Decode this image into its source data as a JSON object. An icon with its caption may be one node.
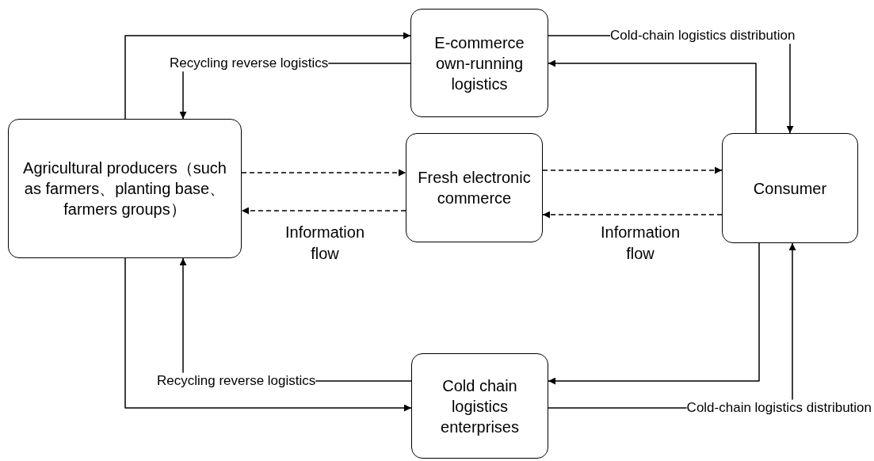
{
  "diagram": {
    "nodes": [
      {
        "text": [
          "E-commerce own-running logistics"
        ]
      },
      {
        "text": [
          "Agricultural producers（such as farmers、planting base、farmers groups）"
        ]
      },
      {
        "text": [
          "Fresh electronic commerce"
        ]
      },
      {
        "text": [
          "Consumer"
        ]
      },
      {
        "text": [
          "Cold chain logistics enterprises"
        ]
      },
      {
        "text": [
          "Recycling reverse logistics"
        ]
      },
      {
        "text": [
          "Cold-chain logistics distribution"
        ]
      },
      {
        "text": [
          "Recycling reverse logistics"
        ]
      },
      {
        "text": [
          "Cold-chain logistics distribution"
        ]
      }
    ],
    "edges": [
      {
        "from": 1,
        "to": 0,
        "arrow": "to"
      },
      {
        "from": 0,
        "to": 5,
        "arrow": "none"
      },
      {
        "from": 5,
        "to": 1,
        "arrow": "to"
      },
      {
        "from": 0,
        "to": 6,
        "arrow": "none"
      },
      {
        "from": 6,
        "to": 3,
        "arrow": "to"
      },
      {
        "from": 3,
        "to": 0,
        "arrow": "to"
      },
      {
        "from": 1,
        "to": 2,
        "arrow": "to",
        "style": "dashed"
      },
      {
        "from": 2,
        "to": 1,
        "arrow": "to",
        "style": "dashed"
      },
      {
        "from": 2,
        "to": 3,
        "arrow": "to",
        "style": "dashed"
      },
      {
        "from": 3,
        "to": 2,
        "arrow": "to",
        "style": "dashed"
      },
      {
        "from": 4,
        "to": 7,
        "arrow": "none"
      },
      {
        "from": 7,
        "to": 1,
        "arrow": "to"
      },
      {
        "from": 1,
        "to": 4,
        "arrow": "to"
      },
      {
        "from": 3,
        "to": 4,
        "arrow": "to"
      },
      {
        "from": 4,
        "to": 8,
        "arrow": "none"
      },
      {
        "from": 8,
        "to": 3,
        "arrow": "to"
      }
    ],
    "labels": [
      "Information flow",
      "Information flow"
    ]
  }
}
